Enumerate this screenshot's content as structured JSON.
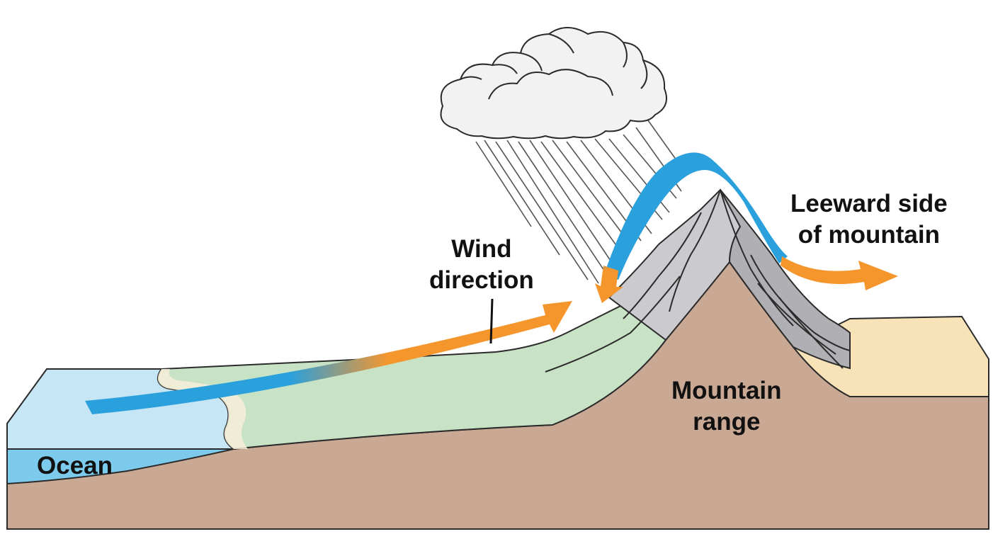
{
  "labels": {
    "ocean": "Ocean",
    "wind_direction": [
      "Wind",
      "direction"
    ],
    "leeward": [
      "Leeward side",
      "of mountain"
    ],
    "mountain_range": [
      "Mountain",
      "range"
    ]
  },
  "colors": {
    "ocean_top": "#c6e6f6",
    "ocean_side": "#7ccbec",
    "lowland": "#c8e2c6",
    "earth": "#c9a894",
    "rock": "#cbcbcf",
    "leeward_land": "#f8e2b8",
    "wind_orange": "#f5962d",
    "wind_blue": "#2aa0dc",
    "outline": "#2b2b2b"
  }
}
